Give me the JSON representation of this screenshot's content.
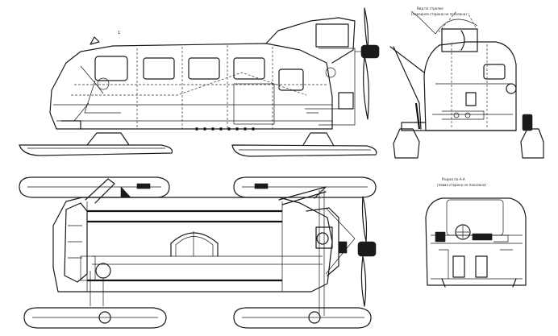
{
  "drawing": {
    "marker_side_view": "1",
    "note_front_view": "Вид по стрелке",
    "note_front_view_2": "(передняя сторона не показана)",
    "section_label": "Разрез по А-А",
    "section_note": "(левая сторона не показана)"
  },
  "views": [
    {
      "id": "side",
      "name": "side-elevation-view"
    },
    {
      "id": "front",
      "name": "front-elevation-view"
    },
    {
      "id": "plan",
      "name": "plan-view"
    },
    {
      "id": "section",
      "name": "cross-section-view"
    }
  ]
}
